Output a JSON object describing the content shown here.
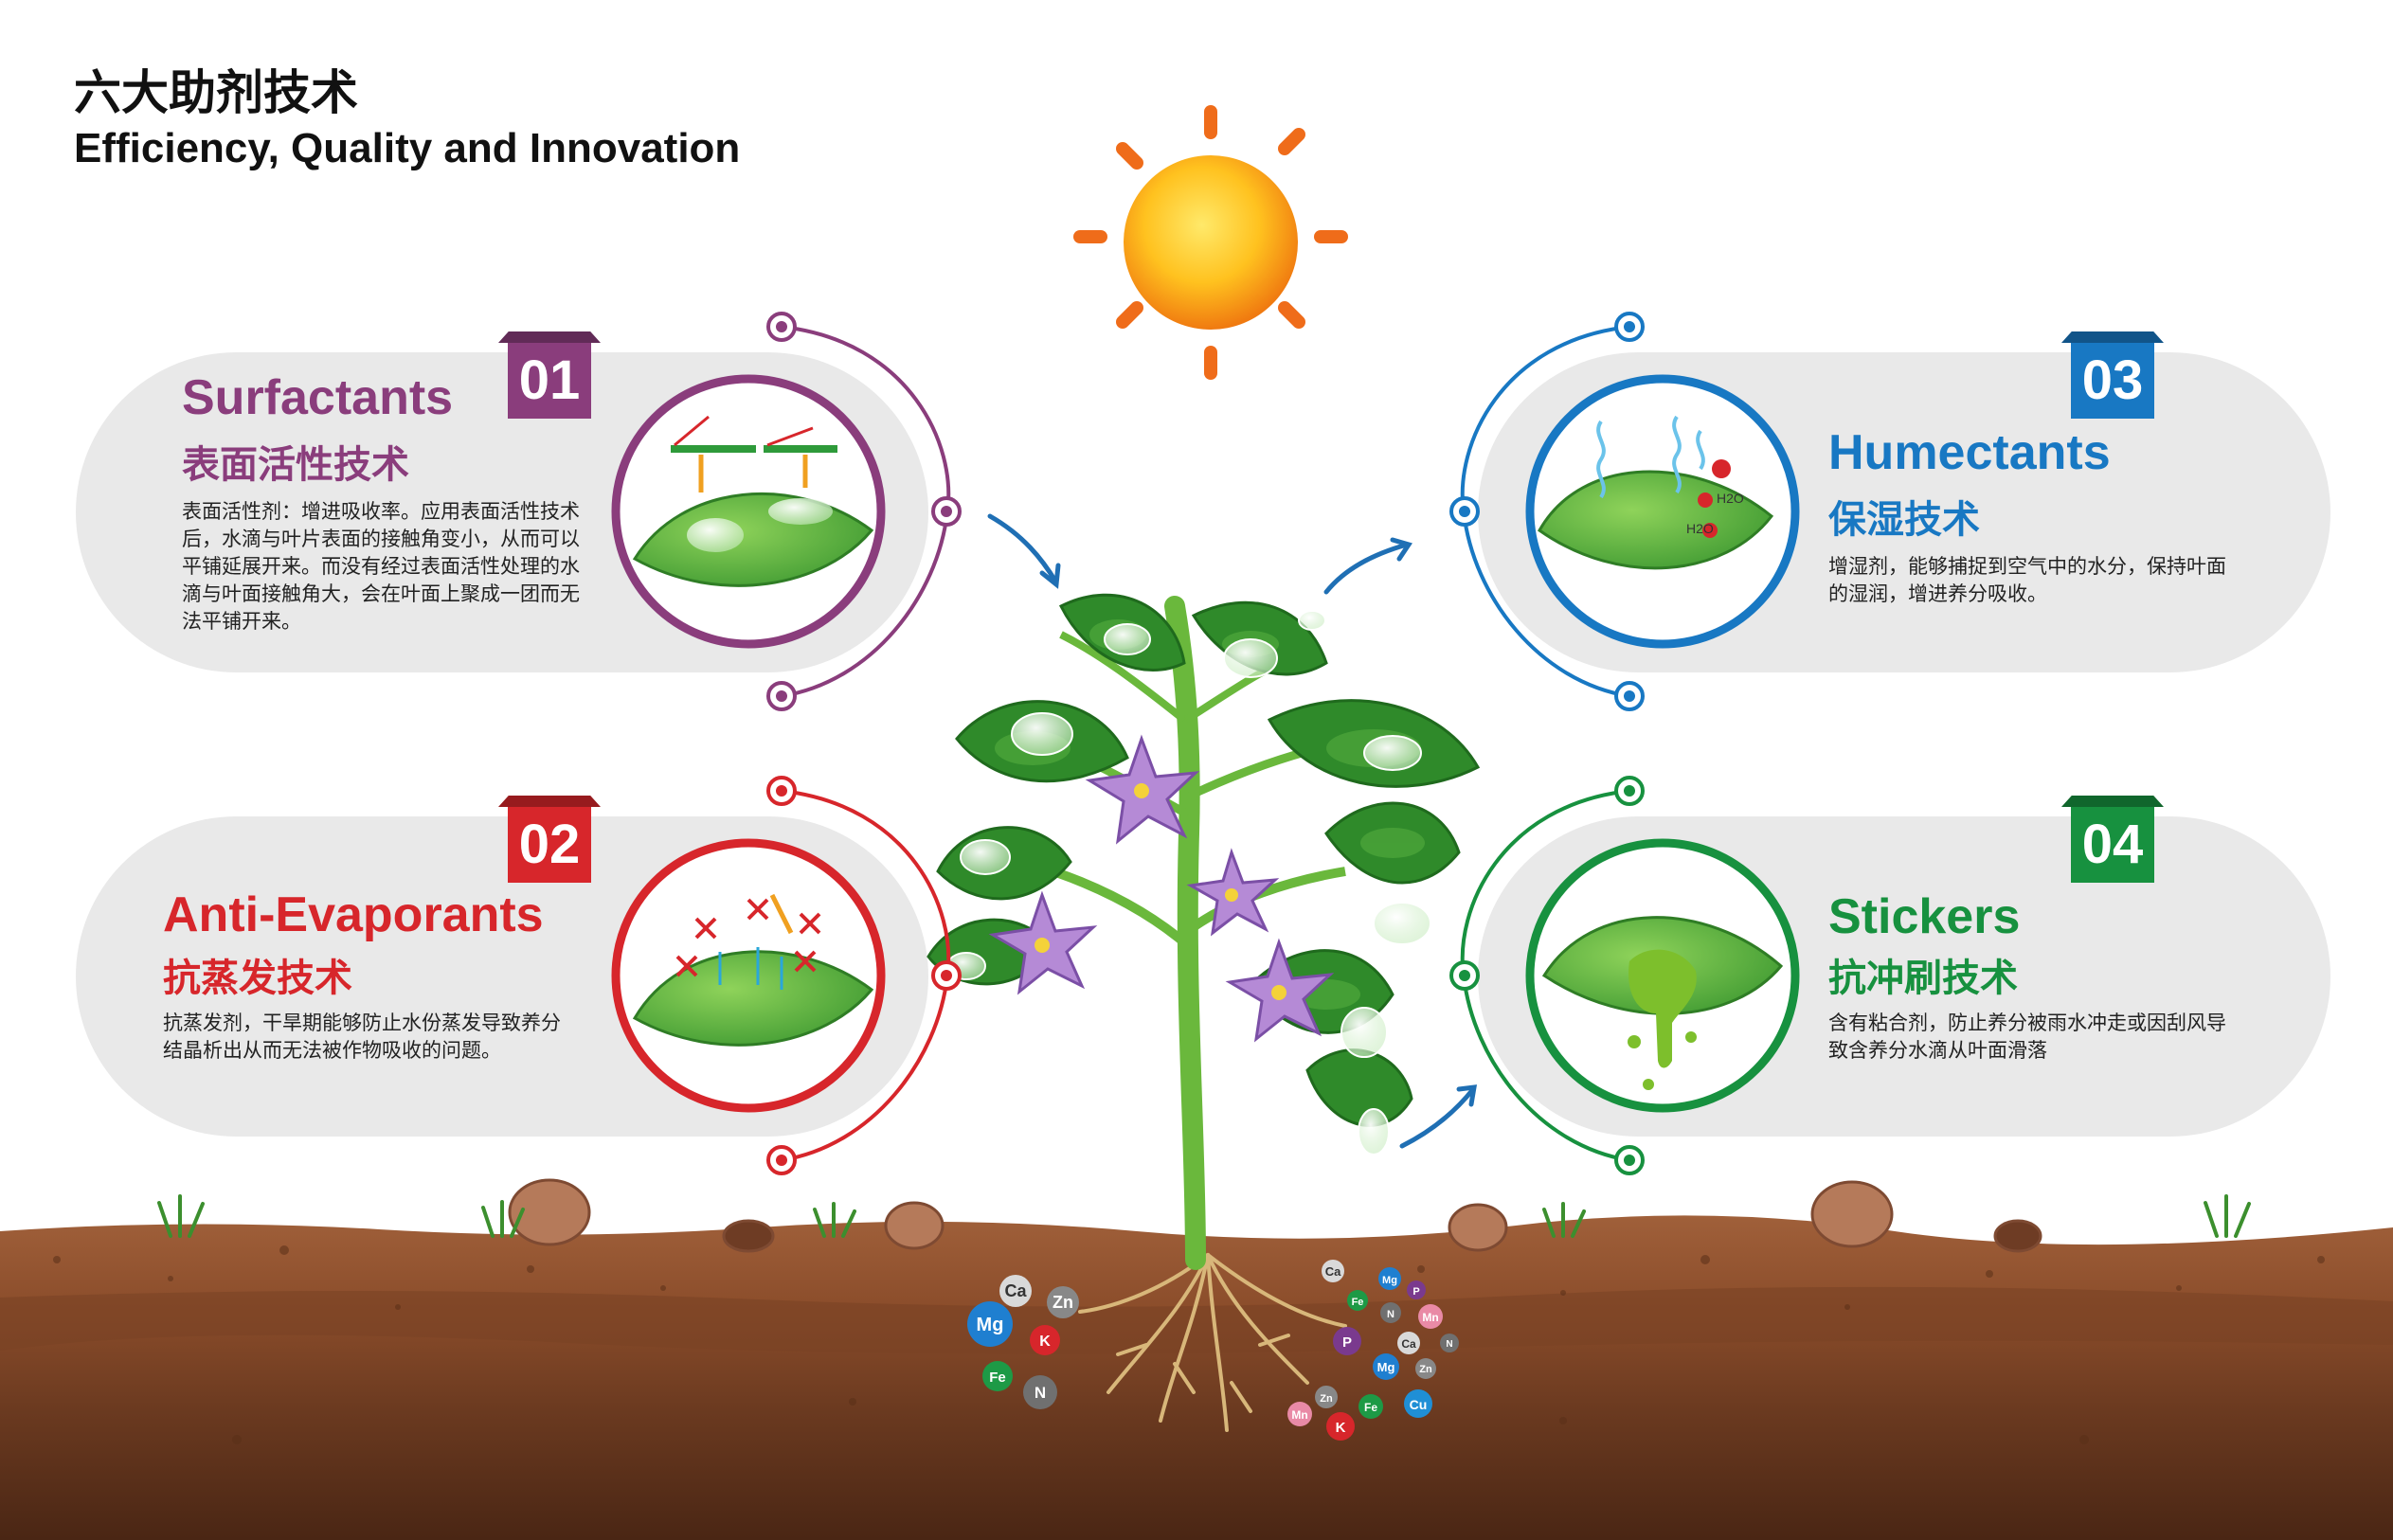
{
  "header": {
    "title_cn": "六大助剂技术",
    "title_en": "Efficiency, Quality and Innovation"
  },
  "cards": [
    {
      "number": "01",
      "title_en": "Surfactants",
      "title_cn": "表面活性技术",
      "description": "表面活性剂：增进吸收率。应用表面活性技术后，水滴与叶片表面的接触角变小，从而可以平铺延展开来。而没有经过表面活性处理的水滴与叶面接触角大，会在叶面上聚成一团而无法平铺开来。",
      "color": "#8a3d7c"
    },
    {
      "number": "02",
      "title_en": "Anti-Evaporants",
      "title_cn": "抗蒸发技术",
      "description": "抗蒸发剂，干旱期能够防止水份蒸发导致养分结晶析出从而无法被作物吸收的问题。",
      "color": "#d7262b"
    },
    {
      "number": "03",
      "title_en": "Humectants",
      "title_cn": "保湿技术",
      "description": "增湿剂，能够捕捉到空气中的水分，保持叶面的湿润，增进养分吸收。",
      "color": "#1878c3"
    },
    {
      "number": "04",
      "title_en": "Stickers",
      "title_cn": "抗冲刷技术",
      "description": "含有粘合剂，防止养分被雨水冲走或因刮风导致含养分水滴从叶面滑落",
      "color": "#17913f"
    }
  ],
  "nutrients_left": [
    "Ca",
    "Zn",
    "Mg",
    "K",
    "Fe",
    "N"
  ],
  "nutrients_right": [
    "Ca",
    "Mg",
    "P",
    "Fe",
    "N",
    "Mn",
    "P",
    "Ca",
    "N",
    "Mg",
    "Zn",
    "Mn",
    "Zn",
    "Fe",
    "Cu",
    "K"
  ],
  "molecule_labels": [
    "H2O",
    "H2O"
  ],
  "colors": {
    "sun": "#f5a011",
    "sun_rays": "#ef6c1a",
    "leaf": "#3f9a32",
    "soil": "#8a4e2c",
    "arrow": "#1f6fb4"
  },
  "icons": [
    "sun-icon",
    "plant-illustration",
    "leaf-icon",
    "water-drop-icon",
    "root-icon"
  ]
}
